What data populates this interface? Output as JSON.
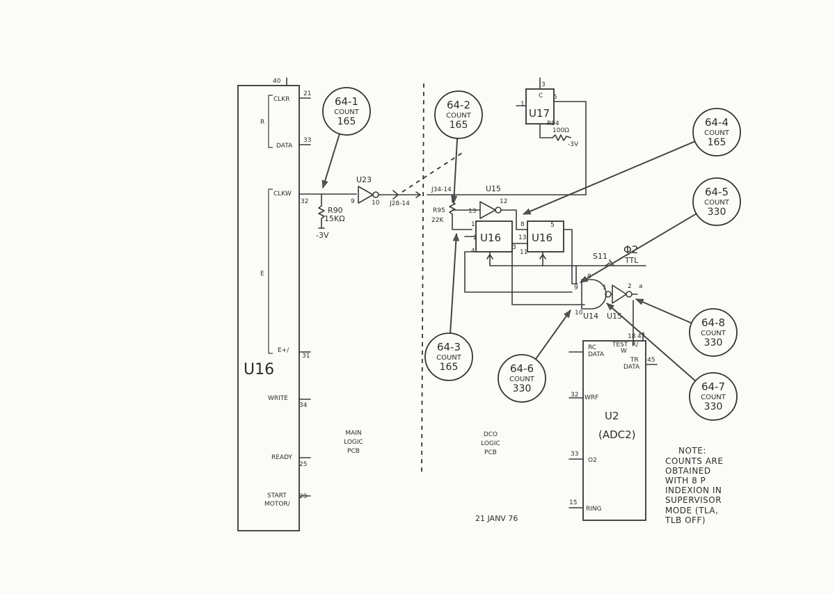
{
  "chips": {
    "u16_main": "U16",
    "u23": "U23",
    "u15_top": "U15",
    "u16_a": "U16",
    "u16_b": "U16",
    "u17": "U17",
    "u14": "U14",
    "u15_bot": "U15",
    "u2": "U2",
    "u2_sub": "(ADC2)"
  },
  "u16_pins": {
    "clkr": "CLKR",
    "clkr_n": "21",
    "data": "DATA",
    "data_n": "33",
    "clkw": "CLKW",
    "clkw_n": "32",
    "ew": "E+/",
    "ew_n": "31",
    "write": "WRITE",
    "write_n": "34",
    "ready": "READY",
    "ready_n": "25",
    "start": "START",
    "motor": "MOTOR/",
    "start_n": "29",
    "top_n": "40",
    "r": "R",
    "e": "E"
  },
  "u2_pins": {
    "rc": "RC",
    "rc_data": "DATA",
    "wrf": "WRF",
    "wrf_n": "32",
    "o2": "O2",
    "o2_n": "33",
    "ring": "RING",
    "ring_n": "15",
    "test": "TEST",
    "test_sub": "R/",
    "test_w": "W",
    "tr": "TR",
    "tr_data": "DATA",
    "tr_n": "45",
    "n18": "18",
    "n47": "47"
  },
  "resistors": {
    "r90": "R90",
    "r90_val": "15KΩ",
    "r90_v": "-3V",
    "r95": "R95",
    "r95_val": "22K",
    "r94": "R94",
    "r94_val": "100Ω",
    "r94_v": "-3V"
  },
  "connectors": {
    "j28": "J28-14",
    "j34": "J34-14",
    "s11": "S11",
    "phi2": "Φ2",
    "ttl": "TTL"
  },
  "pins_misc": {
    "u23_in": "9",
    "u23_out": "10",
    "u15_13": "13",
    "u15_12": "12",
    "u16a_1": "1",
    "u16a_4": "4",
    "u16a_3": "3",
    "u16a_2": "2",
    "u16b_8": "8",
    "u16b_5": "5",
    "u16b_13": "13",
    "u16b_11": "11",
    "u17_3": "3",
    "u17_c": "C",
    "u17_1": "1",
    "u17_5": "5",
    "u14_9": "9",
    "u14_8": "8",
    "u14_10": "10",
    "u15b_1": "1",
    "u15b_2": "2",
    "u15b_a": "a"
  },
  "probes": [
    {
      "id": "64-1",
      "text": "COUNT",
      "num": "165"
    },
    {
      "id": "64-2",
      "text": "COUNT",
      "num": "165"
    },
    {
      "id": "64-3",
      "text": "COUNT",
      "num": "165"
    },
    {
      "id": "64-4",
      "text": "COUNT",
      "num": "165"
    },
    {
      "id": "64-5",
      "text": "COUNT",
      "num": "330"
    },
    {
      "id": "64-6",
      "text": "COUNT",
      "num": "330"
    },
    {
      "id": "64-7",
      "text": "COUNT",
      "num": "330"
    },
    {
      "id": "64-8",
      "text": "COUNT",
      "num": "330"
    }
  ],
  "boards": {
    "main": [
      "MAIN",
      "LOGIC",
      "PCB"
    ],
    "dco": [
      "DCO",
      "LOGIC",
      "PCB"
    ]
  },
  "note": {
    "title": "NOTE:",
    "lines": [
      "COUNTS ARE",
      "OBTAINED",
      "WITH 8 P",
      "INDEXION IN",
      "SUPERVISOR",
      "MODE (TLA,",
      "TLB OFF)"
    ]
  },
  "date": "21 JANV 76"
}
